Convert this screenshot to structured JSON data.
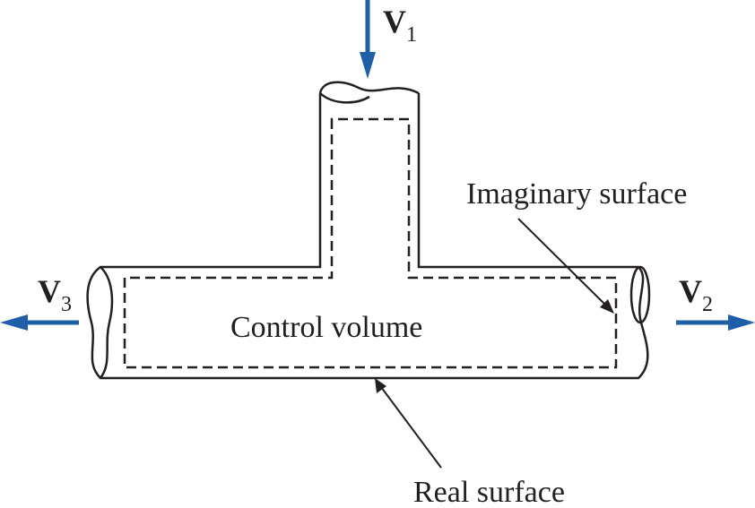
{
  "labels": {
    "v1": {
      "symbol": "V",
      "subscript": "1"
    },
    "v2": {
      "symbol": "V",
      "subscript": "2"
    },
    "v3": {
      "symbol": "V",
      "subscript": "3"
    },
    "control_volume": "Control volume",
    "imaginary_surface": "Imaginary surface",
    "real_surface": "Real surface"
  },
  "colors": {
    "arrow": "#1f5fa8",
    "line": "#231f20"
  }
}
